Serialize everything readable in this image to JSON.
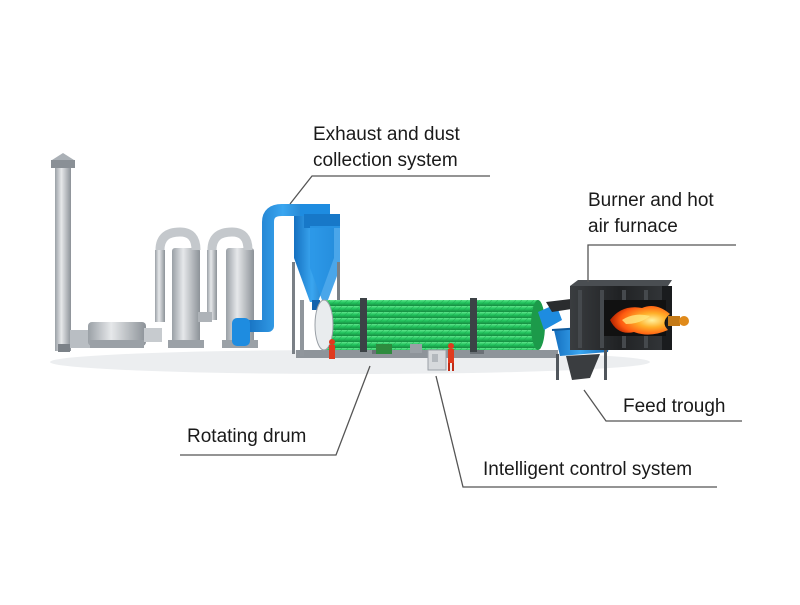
{
  "labels": {
    "exhaust": {
      "line1": "Exhaust and dust",
      "line2": "collection system"
    },
    "burner": {
      "line1": "Burner and hot",
      "line2": "air furnace"
    },
    "feed_trough": "Feed trough",
    "rotating_drum": "Rotating drum",
    "control_system": "Intelligent control system"
  },
  "colors": {
    "drum": "#22c55e",
    "duct": "#1e8ce0",
    "steel": "#c4c8cc",
    "furnace": "#2a2c2e",
    "flame": "#ff6a1a",
    "leader_line": "#555555"
  }
}
